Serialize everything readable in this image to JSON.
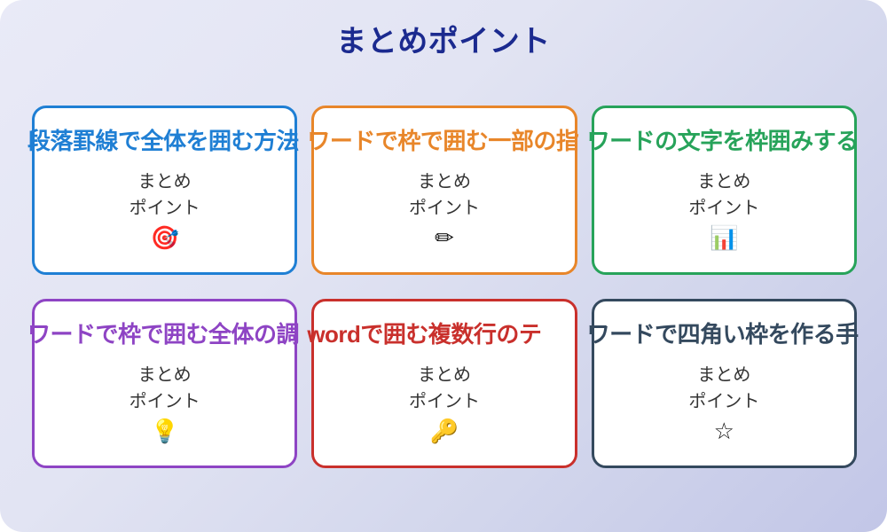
{
  "page": {
    "title": "まとめポイント",
    "title_color": "#1b2a8f",
    "background_from": "#e9eaf7",
    "background_to": "#c2c6e7"
  },
  "cards": [
    {
      "title": "段落罫線で全体を囲む方法",
      "body_line1": "まとめ",
      "body_line2": "ポイント",
      "icon": "🎯",
      "icon_name": "target-icon",
      "accent": "#1f7fd4",
      "accent_class": "accent-blue"
    },
    {
      "title": "ワードで枠で囲む一部の指",
      "body_line1": "まとめ",
      "body_line2": "ポイント",
      "icon": "✏",
      "icon_name": "pencil-icon",
      "accent": "#e8862a",
      "accent_class": "accent-orange"
    },
    {
      "title": "ワードの文字を枠囲みする",
      "body_line1": "まとめ",
      "body_line2": "ポイント",
      "icon": "📊",
      "icon_name": "bar-chart-icon",
      "accent": "#27a35a",
      "accent_class": "accent-green"
    },
    {
      "title": "ワードで枠で囲む全体の調",
      "body_line1": "まとめ",
      "body_line2": "ポイント",
      "icon": "💡",
      "icon_name": "lightbulb-icon",
      "accent": "#8e44c4",
      "accent_class": "accent-purple"
    },
    {
      "title": "wordで囲む複数行のテ",
      "body_line1": "まとめ",
      "body_line2": "ポイント",
      "icon": "🔑",
      "icon_name": "key-icon",
      "accent": "#c9302c",
      "accent_class": "accent-red"
    },
    {
      "title": "ワードで四角い枠を作る手",
      "body_line1": "まとめ",
      "body_line2": "ポイント",
      "icon": "☆",
      "icon_name": "star-icon",
      "accent": "#34495e",
      "accent_class": "accent-slate"
    }
  ]
}
